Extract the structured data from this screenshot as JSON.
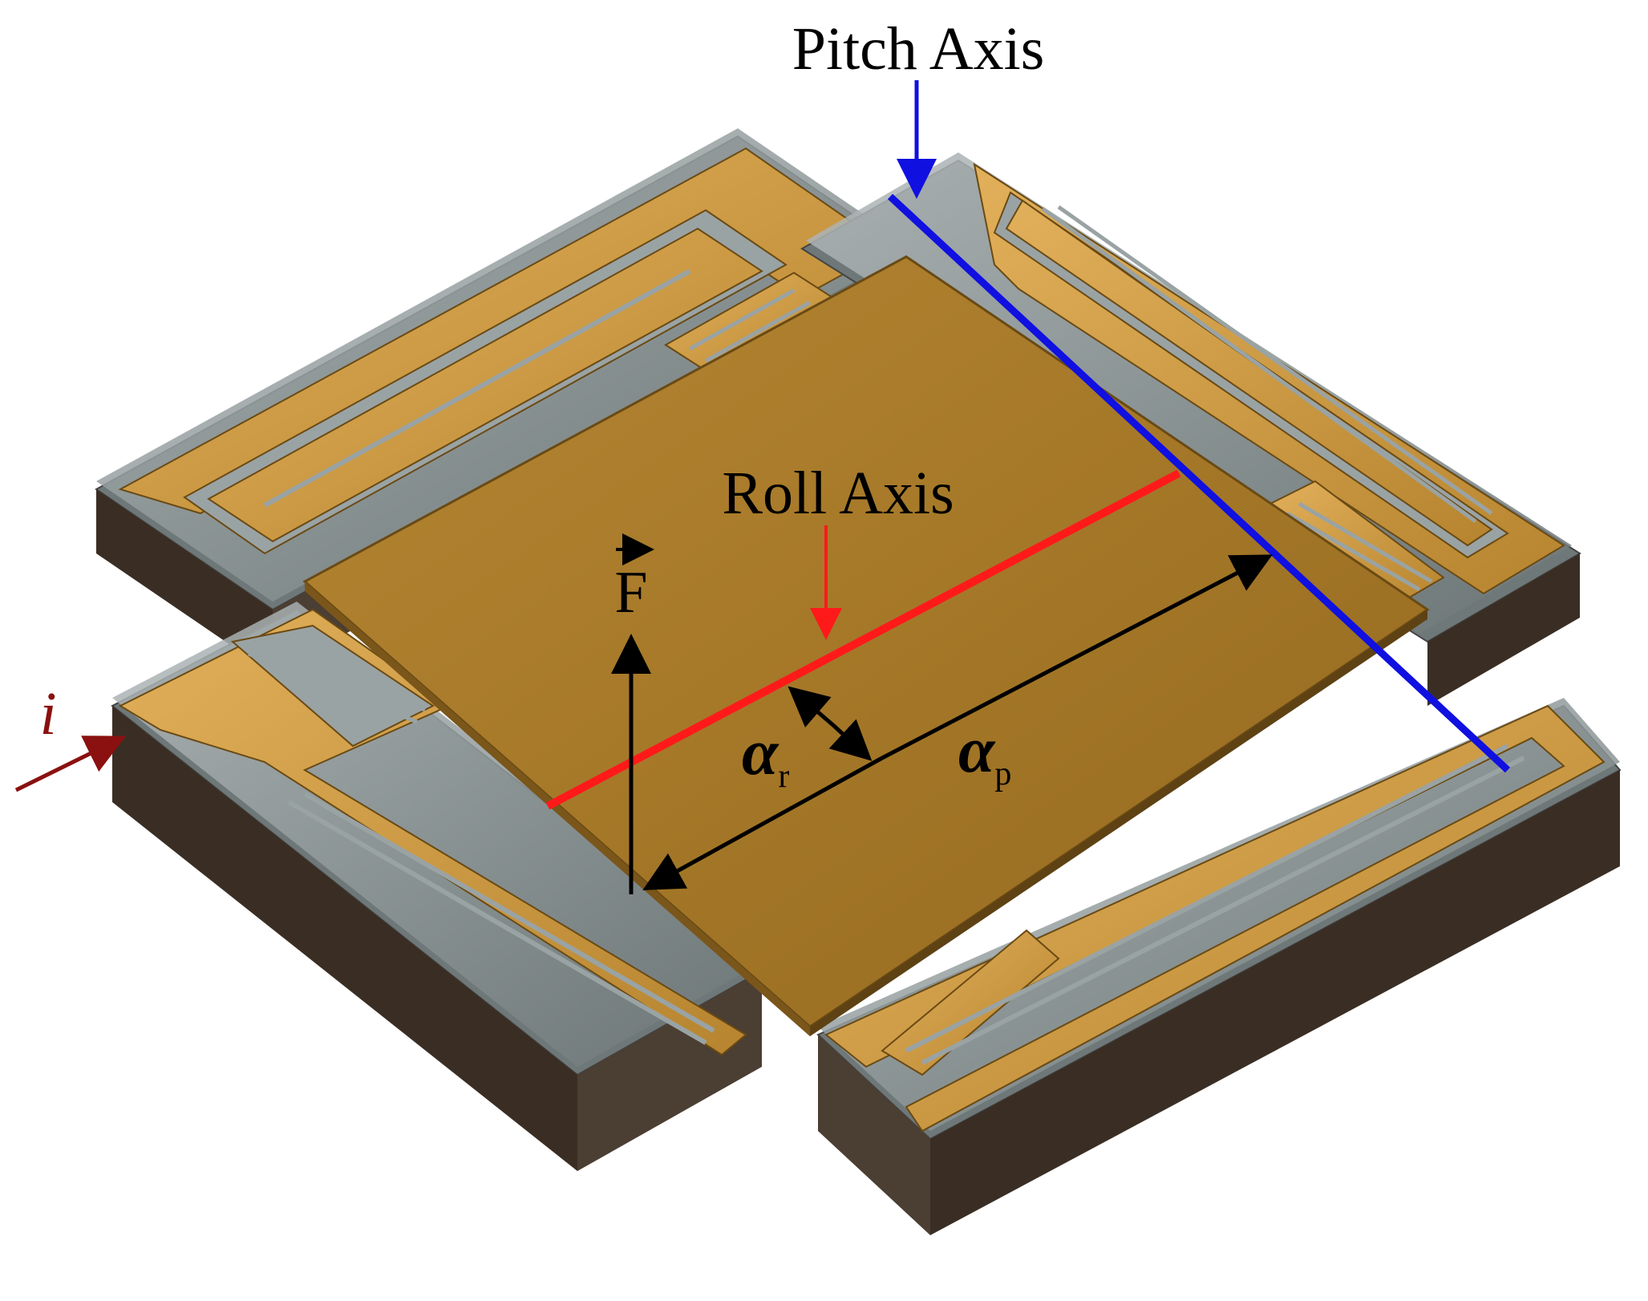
{
  "labels": {
    "pitch_axis": "Pitch Axis",
    "roll_axis": "Roll Axis",
    "force": "F",
    "current": "i",
    "alpha_r_symbol": "α",
    "alpha_r_sub": "r",
    "alpha_p_symbol": "α",
    "alpha_p_sub": "p"
  },
  "colors": {
    "gold": "#a87a2a",
    "gold_light": "#d8a648",
    "gold_dark": "#7a561a",
    "glass": "#9aa3a4",
    "glass_dark": "#5f6868",
    "substrate": "#3a2e24",
    "pitch_axis": "#1010e0",
    "roll_axis": "#ff1a1a",
    "current_arrow": "#8b1010",
    "dimension": "#000000"
  }
}
